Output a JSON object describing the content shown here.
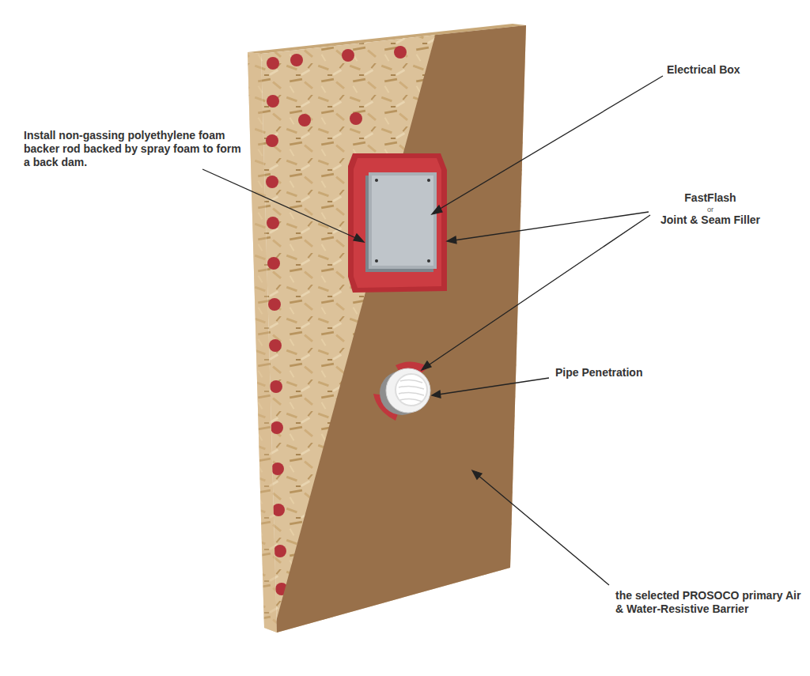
{
  "diagram": {
    "labels": [
      "Install non-gassing polyethylene foam backer rod backed by spray foam to form a back dam.",
      "Electrical Box",
      "FastFlash",
      "or",
      "Joint & Seam Filler",
      "Pipe Penetration",
      "the selected PROSOCO primary Air & Water-Resistive Barrier"
    ]
  }
}
